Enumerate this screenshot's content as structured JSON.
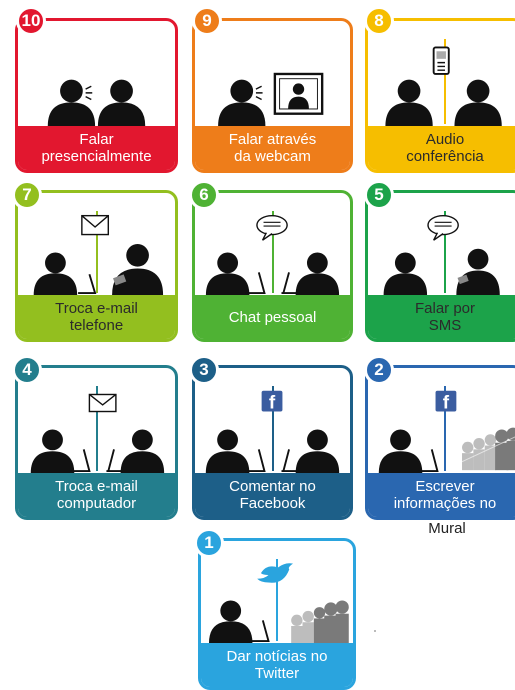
{
  "colors": {
    "c10": "#e2172f",
    "c9": "#ee7d1a",
    "c8": "#f6be00",
    "c7": "#93bf1f",
    "c6": "#4fb234",
    "c5": "#1ca34a",
    "c4": "#237e8d",
    "c3": "#1d5f88",
    "c2": "#2a67b0",
    "c1": "#2aa4de"
  },
  "cards": [
    {
      "id": "10",
      "badge": "10",
      "line1": "Falar",
      "line2": "presencialmente",
      "icon": "people-talking-icon"
    },
    {
      "id": "9",
      "badge": "9",
      "line1": "Falar através",
      "line2": "da webcam",
      "icon": "webcam-icon"
    },
    {
      "id": "8",
      "badge": "8",
      "line1": "Audio",
      "line2": "conferência",
      "icon": "phone-icon"
    },
    {
      "id": "7",
      "badge": "7",
      "line1": "Troca e-mail",
      "line2": "telefone",
      "icon": "envelope-icon"
    },
    {
      "id": "6",
      "badge": "6",
      "line1": "Chat pessoal",
      "line2": "",
      "icon": "chat-bubble-icon"
    },
    {
      "id": "5",
      "badge": "5",
      "line1": "Falar por",
      "line2": "SMS",
      "icon": "chat-bubble-icon"
    },
    {
      "id": "4",
      "badge": "4",
      "line1": "Troca e-mail",
      "line2": "computador",
      "icon": "envelope-icon"
    },
    {
      "id": "3",
      "badge": "3",
      "line1": "Comentar no",
      "line2": "Facebook",
      "icon": "facebook-icon"
    },
    {
      "id": "2",
      "badge": "2",
      "line1": "Escrever",
      "line2": "informações no",
      "line3": "Mural",
      "icon": "facebook-icon"
    },
    {
      "id": "1",
      "badge": "1",
      "line1": "Dar notícias no",
      "line2": "Twitter",
      "icon": "twitter-bird-icon"
    }
  ]
}
